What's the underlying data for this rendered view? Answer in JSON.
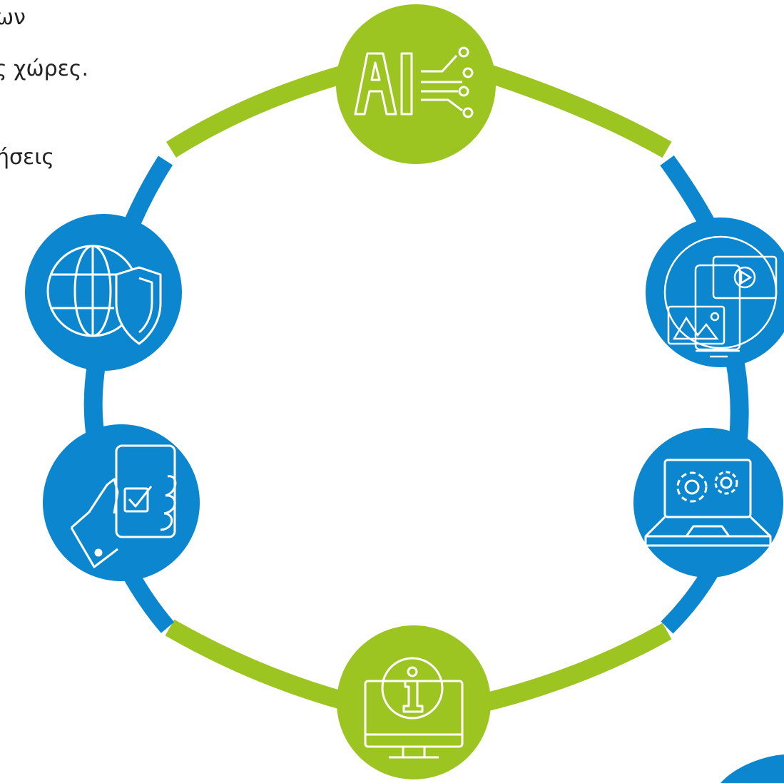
{
  "text_fragments": [
    "ων",
    "ς χώρες.",
    "ήσεις"
  ],
  "colors": {
    "green": "#9DC521",
    "blue": "#0B86CF",
    "white": "#FFFFFF",
    "text": "#222222"
  },
  "nodes": [
    {
      "id": "ai",
      "icon": "ai-circuit-icon",
      "color": "green"
    },
    {
      "id": "media",
      "icon": "media-devices-icon",
      "color": "blue"
    },
    {
      "id": "laptop",
      "icon": "laptop-gears-icon",
      "color": "blue"
    },
    {
      "id": "info",
      "icon": "info-monitor-icon",
      "color": "green"
    },
    {
      "id": "phone",
      "icon": "hand-phone-check-icon",
      "color": "blue"
    },
    {
      "id": "globe",
      "icon": "globe-shield-icon",
      "color": "blue"
    }
  ]
}
